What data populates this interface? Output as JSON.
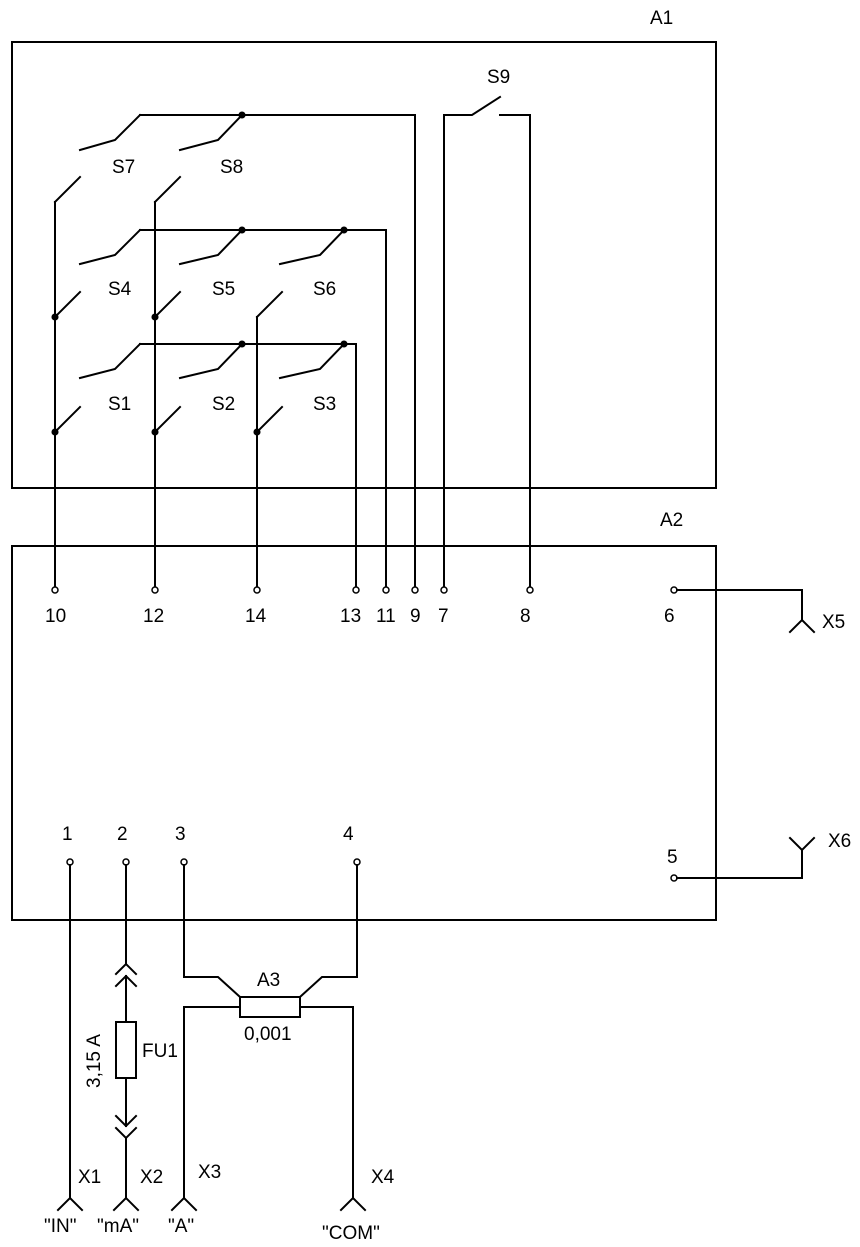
{
  "blocks": {
    "a1": "A1",
    "a2": "A2",
    "a3": "A3"
  },
  "switches": {
    "s1": "S1",
    "s2": "S2",
    "s3": "S3",
    "s4": "S4",
    "s5": "S5",
    "s6": "S6",
    "s7": "S7",
    "s8": "S8",
    "s9": "S9"
  },
  "pins_top": {
    "p10": "10",
    "p12": "12",
    "p14": "14",
    "p13": "13",
    "p11": "11",
    "p9": "9",
    "p7": "7",
    "p8": "8",
    "p6": "6"
  },
  "pins_bottom": {
    "p1": "1",
    "p2": "2",
    "p3": "3",
    "p4": "4",
    "p5": "5"
  },
  "connectors": {
    "x1": "X1",
    "x2": "X2",
    "x3": "X3",
    "x4": "X4",
    "x5": "X5",
    "x6": "X6"
  },
  "terminal_labels": {
    "in": "\"IN\"",
    "ma": "\"mA\"",
    "a": "\"A\"",
    "com": "\"COM\""
  },
  "fuse": {
    "name": "FU1",
    "rating": "3,15 A"
  },
  "shunt": {
    "value": "0,001"
  }
}
